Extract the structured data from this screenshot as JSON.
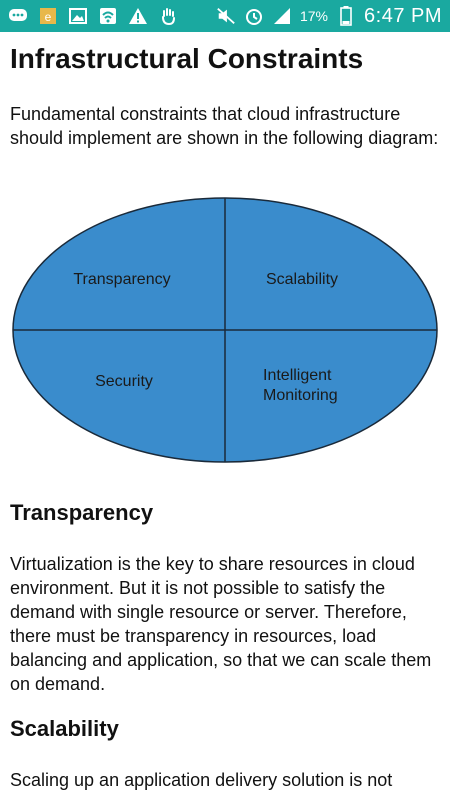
{
  "status_bar": {
    "battery_percent": "17%",
    "time": "6:47 PM",
    "icons": [
      "chat-icon",
      "sd-card-icon",
      "image-icon",
      "wifi-icon",
      "warning-icon",
      "hand-icon",
      "mute-icon",
      "alarm-icon",
      "signal-icon",
      "battery-icon"
    ]
  },
  "article": {
    "title": "Infrastructural Constraints",
    "intro": "Fundamental constraints that cloud infrastructure should implement are shown in the following diagram:",
    "diagram": {
      "quadrants": [
        "Transparency",
        "Scalability",
        "Security",
        "Intelligent",
        "Monitoring"
      ],
      "fill": "#3a8ccc",
      "stroke": "#1a2a3a"
    },
    "sections": [
      {
        "heading": "Transparency",
        "body": "Virtualization is the key to share resources in cloud environment. But it is not possible to satisfy the demand with single resource or server. Therefore, there must be transparency in resources, load balancing and application, so that we can scale them on demand."
      },
      {
        "heading": "Scalability",
        "body": "Scaling up an application delivery solution is not"
      }
    ]
  },
  "colors": {
    "status_bar": "#1aa9a0"
  }
}
